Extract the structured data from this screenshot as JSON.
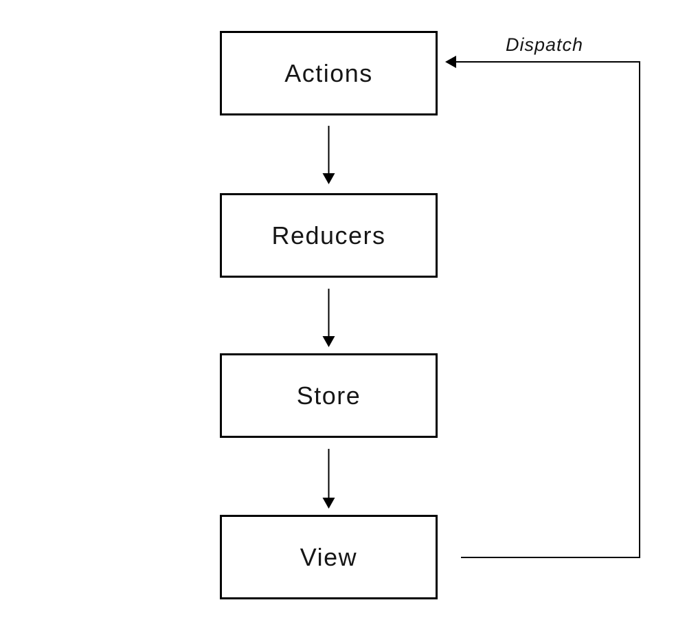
{
  "diagram": {
    "type": "flowchart",
    "nodes": [
      {
        "id": "actions",
        "label": "Actions"
      },
      {
        "id": "reducers",
        "label": "Reducers"
      },
      {
        "id": "store",
        "label": "Store"
      },
      {
        "id": "view",
        "label": "View"
      }
    ],
    "edges": [
      {
        "from": "actions",
        "to": "reducers",
        "label": ""
      },
      {
        "from": "reducers",
        "to": "store",
        "label": ""
      },
      {
        "from": "store",
        "to": "view",
        "label": ""
      },
      {
        "from": "view",
        "to": "actions",
        "label": "Dispatch"
      }
    ],
    "colors": {
      "stroke": "#000000",
      "background": "#ffffff",
      "text": "#161616"
    }
  }
}
